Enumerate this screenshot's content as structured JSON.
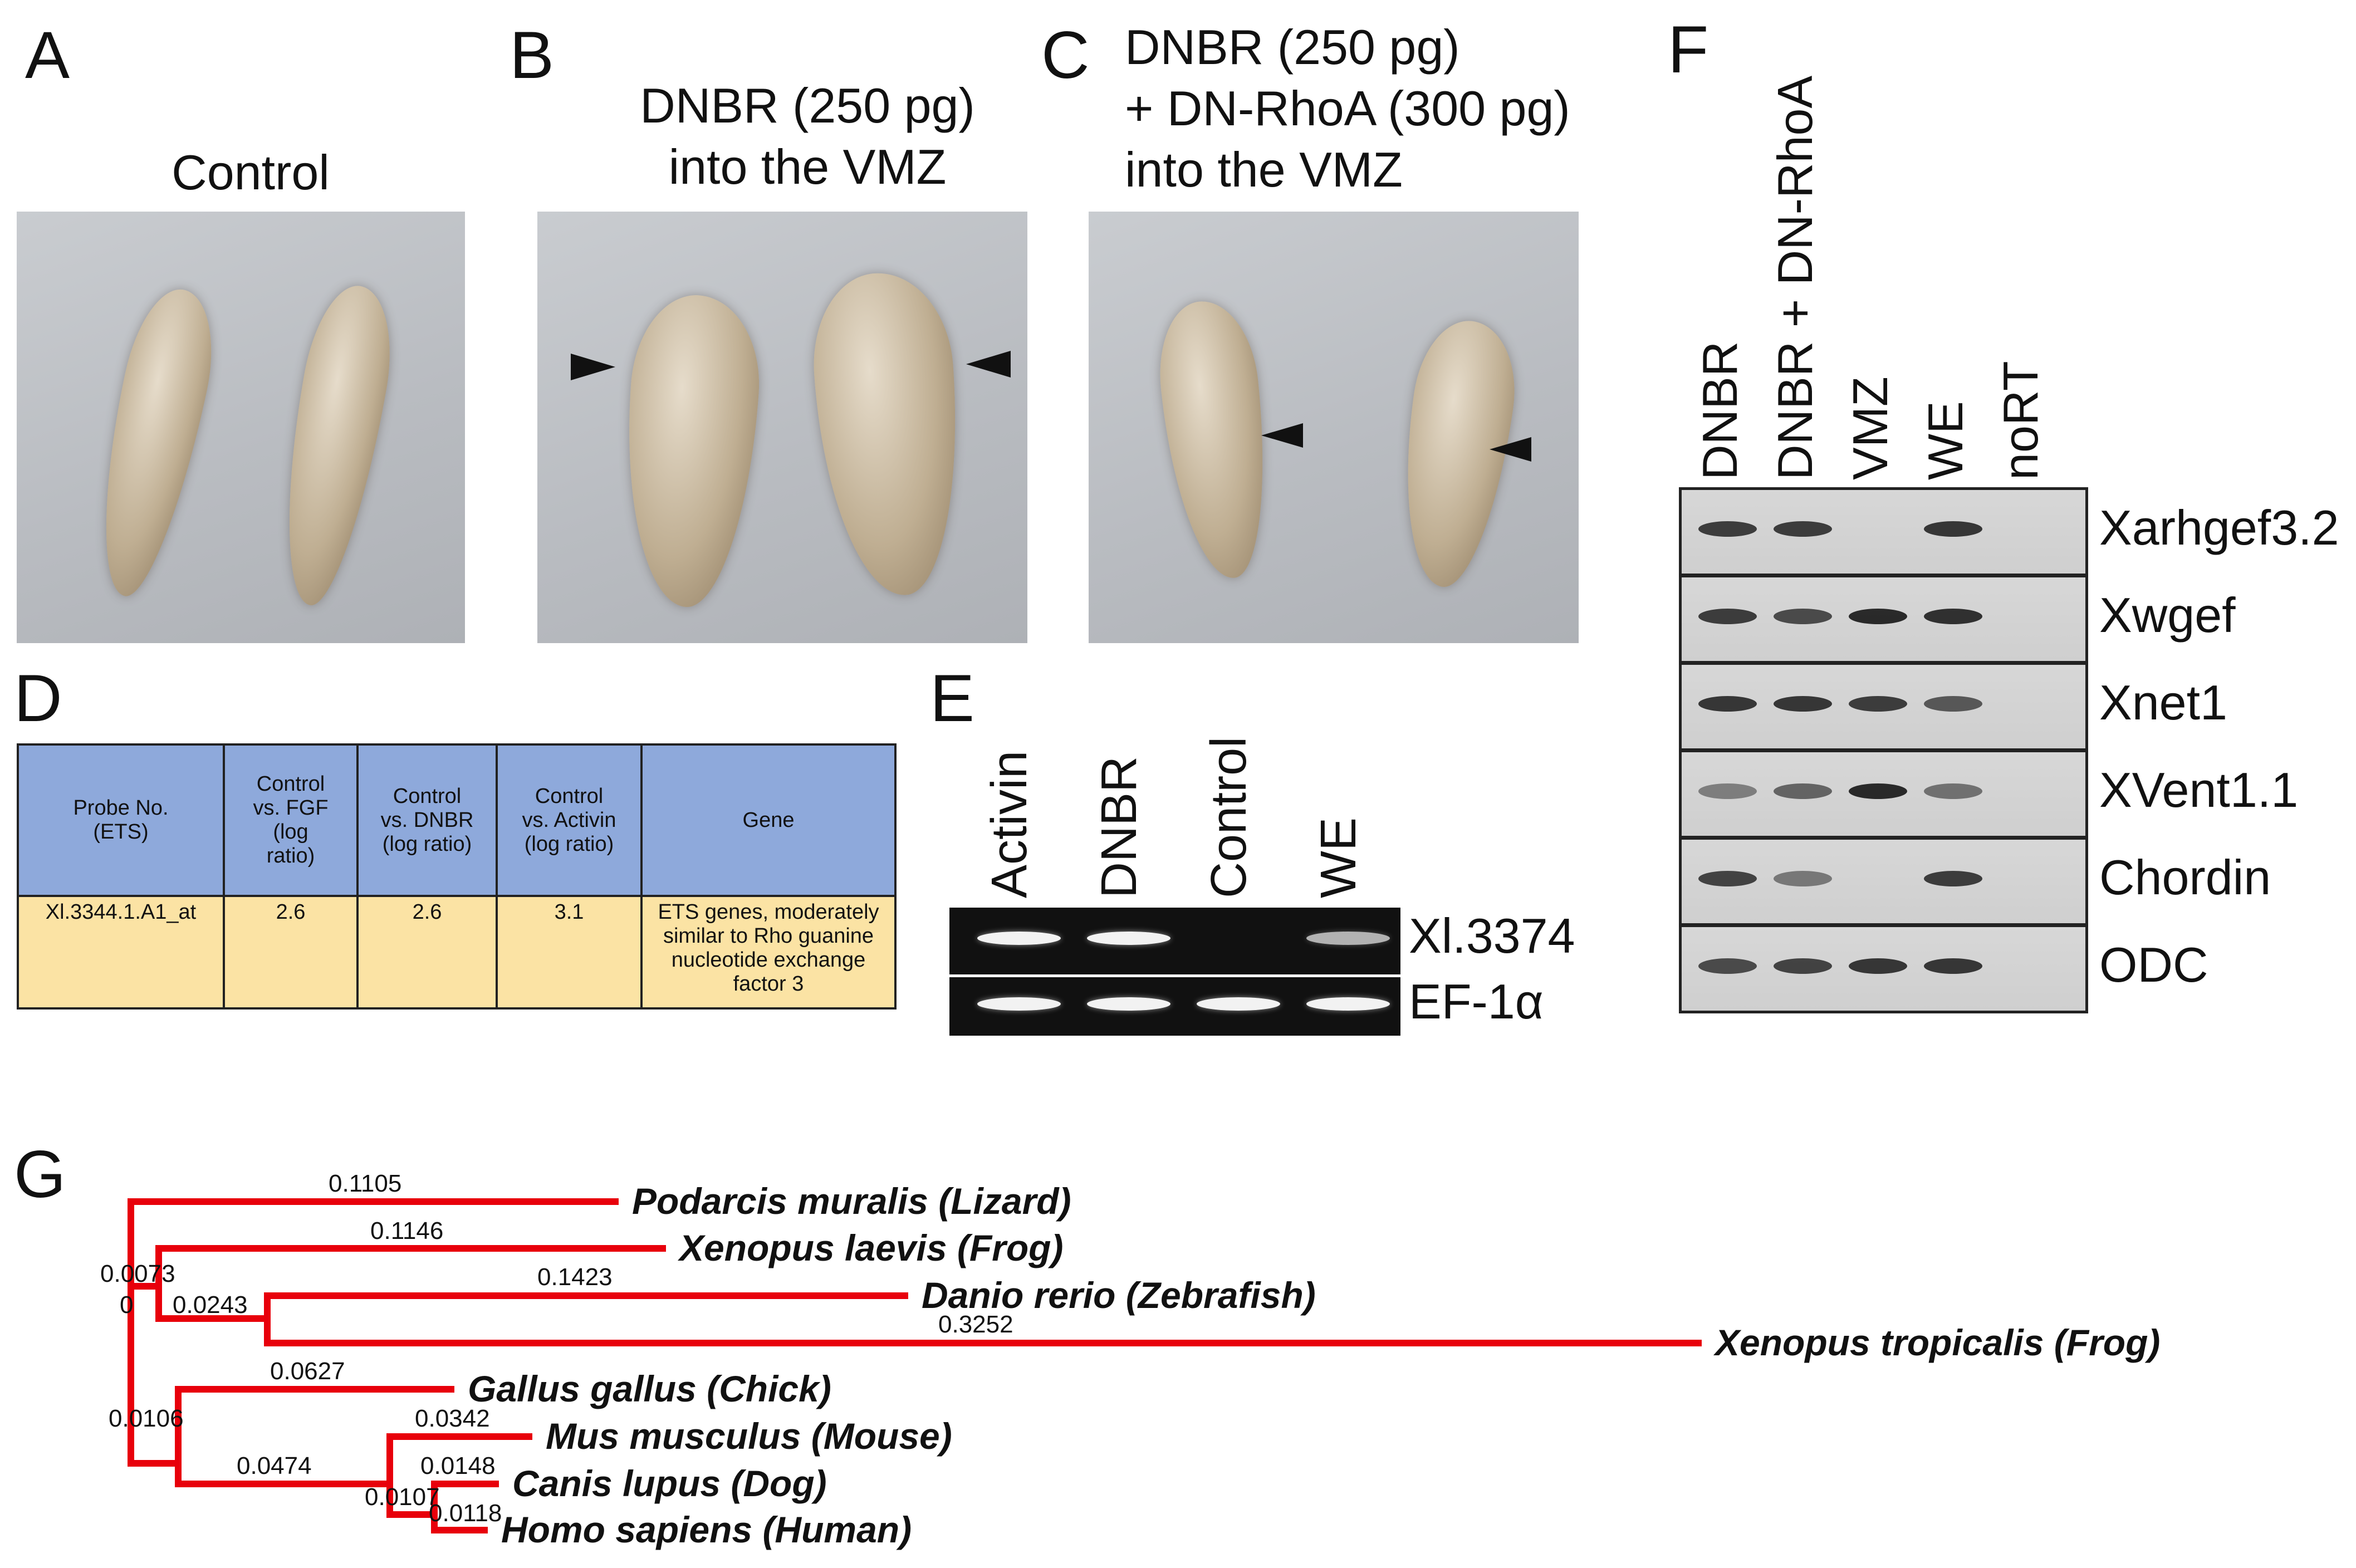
{
  "panels": {
    "A": {
      "letter": "A",
      "caption": "Control"
    },
    "B": {
      "letter": "B",
      "caption": "DNBR (250 pg)\ninto the VMZ"
    },
    "C": {
      "letter": "C",
      "caption": "DNBR (250 pg)\n+ DN-RhoA (300 pg)\ninto the VMZ"
    },
    "D": {
      "letter": "D"
    },
    "E": {
      "letter": "E"
    },
    "F": {
      "letter": "F"
    },
    "G": {
      "letter": "G"
    }
  },
  "table": {
    "headers": [
      "Probe No.\n(ETS)",
      "Control\nvs. FGF\n(log\nratio)",
      "Control\nvs. DNBR\n(log ratio)",
      "Control\nvs. Activin\n(log ratio)",
      "Gene"
    ],
    "row": [
      "Xl.3344.1.A1_at",
      "2.6",
      "2.6",
      "3.1",
      "ETS genes, moderately\nsimilar to Rho guanine\nnucleotide exchange\nfactor 3"
    ]
  },
  "gel_e": {
    "lanes": [
      "Activin",
      "DNBR",
      "Control",
      "WE"
    ],
    "genes": [
      "Xl.3374",
      "EF-1α"
    ],
    "bands": [
      [
        1,
        1,
        0,
        0.55
      ],
      [
        1,
        1,
        1,
        1
      ]
    ]
  },
  "gel_f": {
    "lanes": [
      "DNBR",
      "DNBR + DN-RhoA",
      "VMZ",
      "WE",
      "noRT"
    ],
    "genes": [
      "Xarhgef3.2",
      "Xwgef",
      "Xnet1",
      "XVent1.1",
      "Chordin",
      "ODC"
    ],
    "bands": [
      [
        0.8,
        0.8,
        0,
        0.85,
        0
      ],
      [
        0.8,
        0.7,
        0.95,
        0.9,
        0
      ],
      [
        0.85,
        0.85,
        0.8,
        0.6,
        0
      ],
      [
        0.3,
        0.5,
        0.95,
        0.4,
        0
      ],
      [
        0.75,
        0.35,
        0,
        0.8,
        0
      ],
      [
        0.7,
        0.75,
        0.85,
        0.85,
        0
      ]
    ]
  },
  "tree": {
    "color": "#e8000b",
    "taxa": [
      "Podarcis muralis (Lizard)",
      "Xenopus laevis (Frog)",
      "Danio rerio (Zebrafish)",
      "Xenopus tropicalis (Frog)",
      "Gallus gallus (Chick)",
      "Mus musculus (Mouse)",
      "Canis lupus (Dog)",
      "Homo sapiens (Human)"
    ],
    "branch_labels": [
      "0.1105",
      "0.1146",
      "0.0073",
      "0.1423",
      "0",
      "0.0243",
      "0.3252",
      "0.0627",
      "0.0106",
      "0.0342",
      "0.0474",
      "0.0148",
      "0.0107",
      "0.0118"
    ]
  }
}
